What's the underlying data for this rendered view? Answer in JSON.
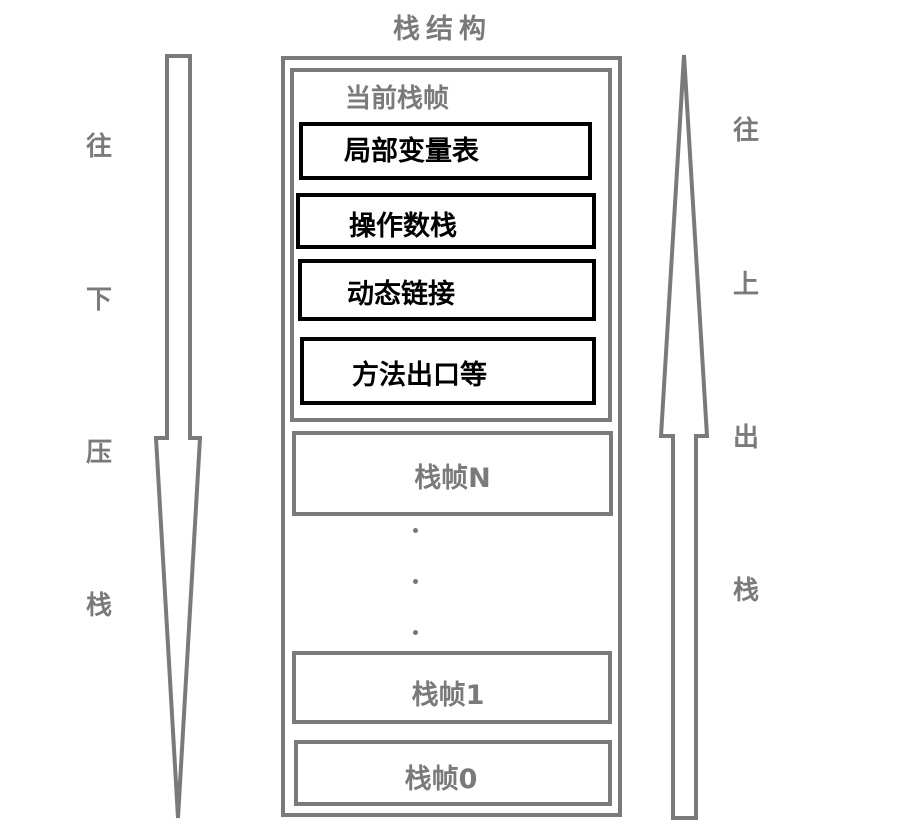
{
  "title": "栈结构",
  "left_arrow": {
    "chars": [
      "往",
      "下",
      "压",
      "栈"
    ]
  },
  "right_arrow": {
    "chars": [
      "往",
      "上",
      "出",
      "栈"
    ]
  },
  "current_frame": {
    "label": "当前栈帧",
    "components": [
      "局部变量表",
      "操作数栈",
      "动态链接",
      "方法出口等"
    ],
    "ellipsis": "......"
  },
  "frames": {
    "top": "栈帧N",
    "second": "栈帧1",
    "bottom": "栈帧0"
  },
  "colors": {
    "gray": "#7a7a7a",
    "black": "#000000",
    "background": "#ffffff"
  }
}
